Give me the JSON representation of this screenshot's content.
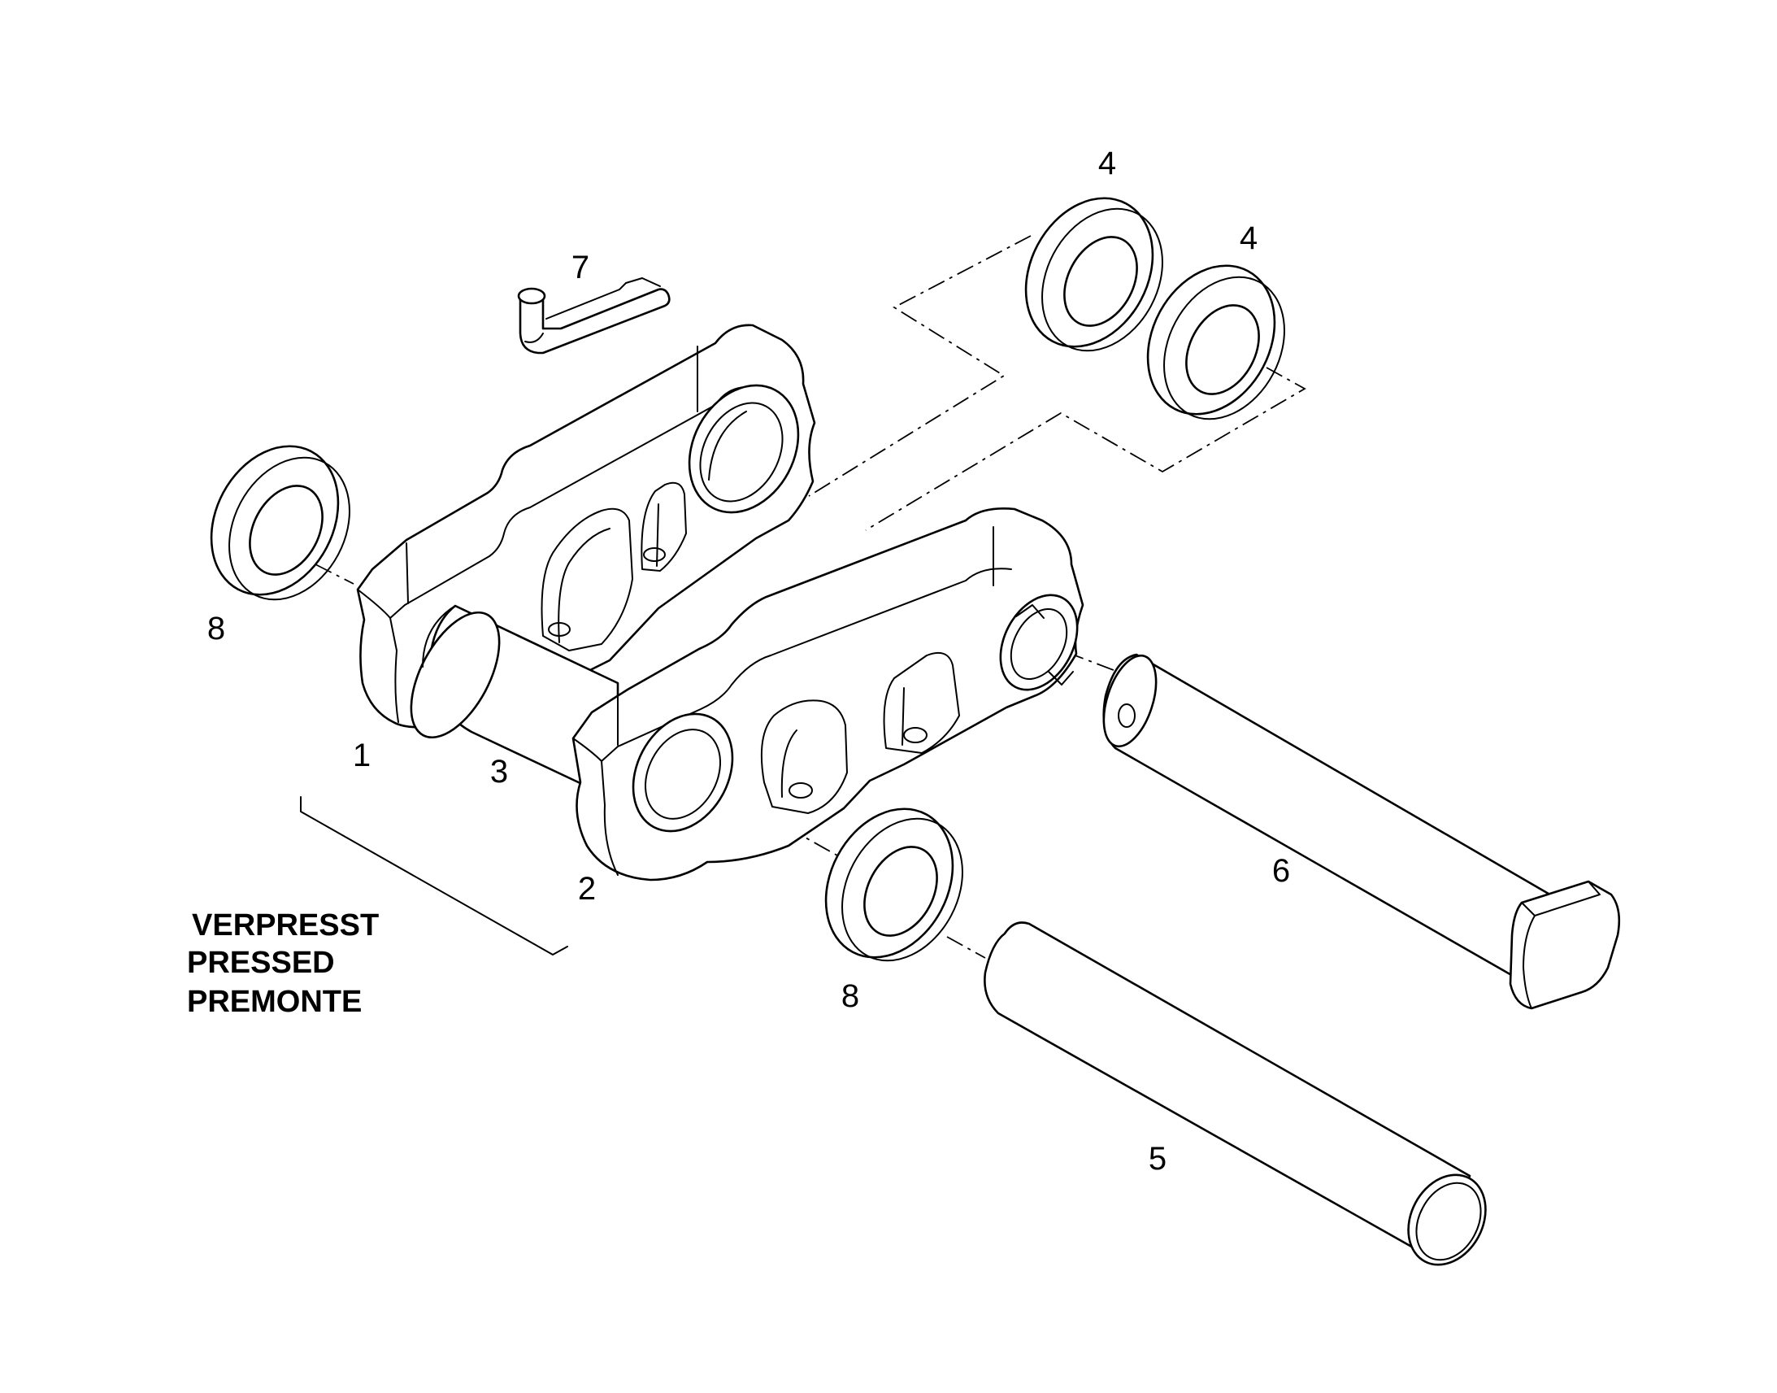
{
  "callouts": {
    "link_left": "1",
    "link_right": "2",
    "bushing": "3",
    "seal_top_a": "4",
    "seal_top_b": "4",
    "pin_plain": "5",
    "pin_headed": "6",
    "lock_pin": "7",
    "seal_left": "8",
    "seal_bottom": "8"
  },
  "note_lines": [
    "VERPRESST",
    "PRESSED",
    "PREMONTE"
  ]
}
